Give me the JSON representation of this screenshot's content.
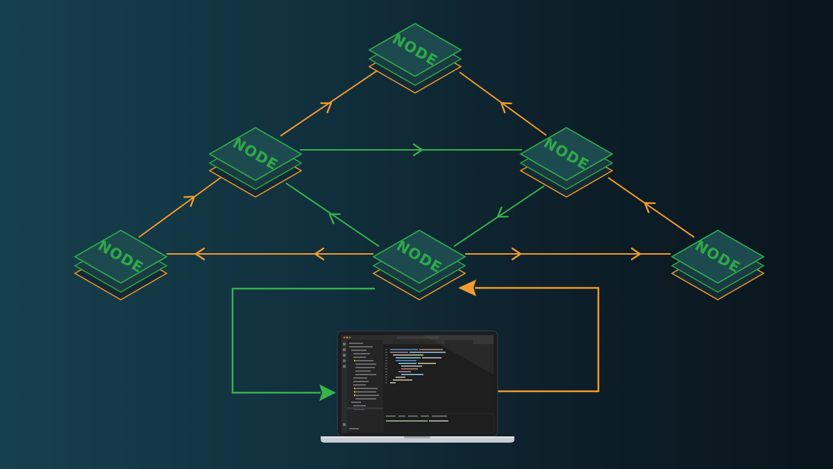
{
  "colors": {
    "orange": "#f39c2c",
    "green": "#37b34a",
    "node_face": "#1d4a4e",
    "background_left": "#17404e",
    "background_right": "#0a151d"
  },
  "nodes": [
    {
      "id": "top",
      "label": "NODE"
    },
    {
      "id": "upper-left",
      "label": "NODE"
    },
    {
      "id": "upper-right",
      "label": "NODE"
    },
    {
      "id": "left",
      "label": "NODE"
    },
    {
      "id": "center",
      "label": "NODE"
    },
    {
      "id": "right",
      "label": "NODE"
    }
  ],
  "edges": [
    {
      "from": "left",
      "to": "upper-left",
      "color": "orange"
    },
    {
      "from": "upper-left",
      "to": "top",
      "color": "orange"
    },
    {
      "from": "upper-right",
      "to": "top",
      "color": "orange"
    },
    {
      "from": "right",
      "to": "upper-right",
      "color": "orange"
    },
    {
      "from": "upper-left",
      "to": "upper-right",
      "color": "green"
    },
    {
      "from": "center",
      "to": "upper-left",
      "color": "green"
    },
    {
      "from": "upper-right",
      "to": "center",
      "color": "green"
    },
    {
      "from": "center",
      "to": "left",
      "color": "orange"
    },
    {
      "from": "center",
      "to": "right",
      "color": "orange"
    }
  ],
  "client": {
    "device": "laptop-icon",
    "outgoing_color": "orange",
    "incoming_color": "green"
  }
}
